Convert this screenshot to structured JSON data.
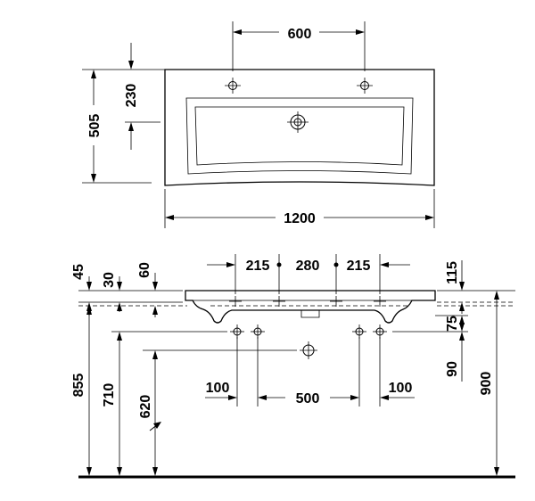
{
  "dimensions": {
    "top_view": {
      "tap_spacing": "600",
      "tap_offset": "230",
      "depth": "505",
      "width": "1200"
    },
    "front_view": {
      "left_segment": "215",
      "middle_segment": "280",
      "right_segment": "215",
      "right_height": "115",
      "left_top_45": "45",
      "left_top_30": "30",
      "left_top_60": "60",
      "right_75": "75",
      "right_90": "90",
      "height_855": "855",
      "height_710": "710",
      "height_620": "620",
      "height_900": "900",
      "bottom_100_left": "100",
      "bottom_500": "500",
      "bottom_100_right": "100"
    }
  }
}
